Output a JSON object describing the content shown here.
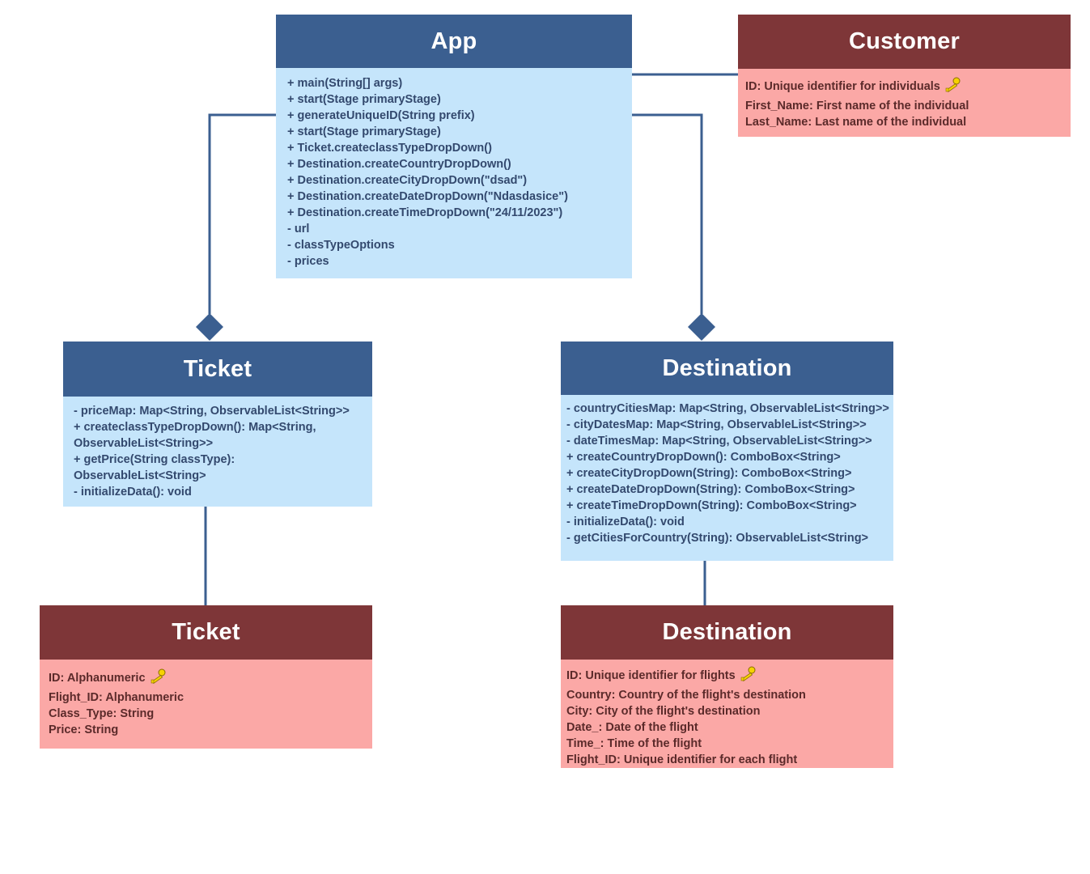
{
  "app": {
    "title": "App",
    "members": [
      "+ main(String[] args)",
      "+ start(Stage primaryStage)",
      "+ generateUniqueID(String prefix)",
      "+ start(Stage primaryStage)",
      "+ Ticket.createclassTypeDropDown()",
      "+ Destination.createCountryDropDown()",
      "+ Destination.createCityDropDown(\"dsad\")",
      "+ Destination.createDateDropDown(\"Ndasdasice\")",
      "+ Destination.createTimeDropDown(\"24/11/2023\")",
      "- url",
      "- classTypeOptions",
      "- prices"
    ]
  },
  "customer": {
    "title": "Customer",
    "key_icon": "key-icon",
    "fields": [
      "ID: Unique identifier for individuals",
      "First_Name: First name of the individual",
      "Last_Name: Last name of the individual"
    ]
  },
  "ticket_class": {
    "title": "Ticket",
    "members": [
      "- priceMap: Map<String, ObservableList<String>>",
      "+ createclassTypeDropDown(): Map<String, ObservableList<String>>",
      "+ getPrice(String classType): ObservableList<String>",
      "- initializeData(): void"
    ]
  },
  "destination_class": {
    "title": "Destination",
    "members": [
      "- countryCitiesMap: Map<String, ObservableList<String>>",
      "- cityDatesMap: Map<String, ObservableList<String>>",
      "- dateTimesMap: Map<String, ObservableList<String>>",
      "+ createCountryDropDown(): ComboBox<String>",
      "+ createCityDropDown(String): ComboBox<String>",
      "+ createDateDropDown(String): ComboBox<String>",
      "+ createTimeDropDown(String): ComboBox<String>",
      "- initializeData(): void",
      "- getCitiesForCountry(String): ObservableList<String>"
    ]
  },
  "ticket_entity": {
    "title": "Ticket",
    "key_icon": "key-icon",
    "fields": [
      "ID: Alphanumeric",
      "Flight_ID: Alphanumeric",
      "Class_Type: String",
      "Price: String"
    ]
  },
  "destination_entity": {
    "title": "Destination",
    "key_icon": "key-icon",
    "fields": [
      "ID: Unique identifier for flights",
      "Country: Country of the flight's destination",
      "City: City of the flight's destination",
      "Date_: Date of the flight",
      "Time_: Time of the flight",
      "Flight_ID: Unique identifier for each flight"
    ]
  },
  "colors": {
    "class_header": "#3b5f90",
    "class_body": "#c5e5fb",
    "entity_header": "#7e3638",
    "entity_body": "#fba8a6",
    "connector": "#3b5f90",
    "key_icon": "#f6d200"
  }
}
